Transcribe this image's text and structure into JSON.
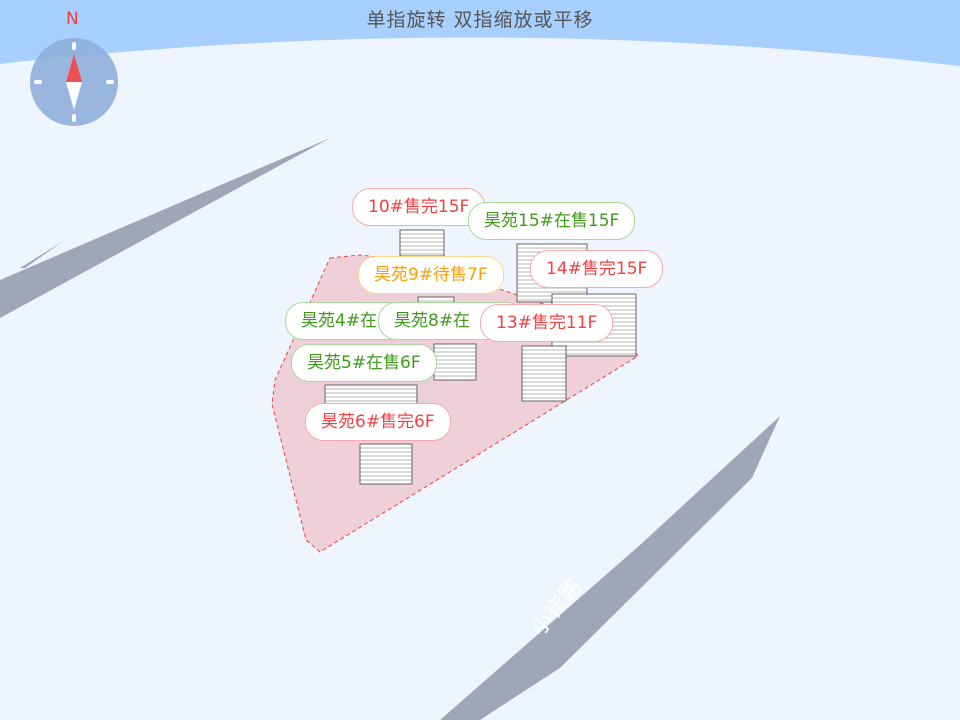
{
  "hint": "单指旋转 双指缩放或平移",
  "compass": {
    "north_label": "N"
  },
  "road_label": "小崔路",
  "colors": {
    "red": "#f24141",
    "green": "#3f9a1c",
    "orange": "#f5a10c",
    "road": "#a0a6b8",
    "zone": "#f0d0d8"
  },
  "buildings": [
    {
      "label": "10#售完15F",
      "status": "red"
    },
    {
      "label": "昊苑15#在售15F",
      "status": "green"
    },
    {
      "label": "14#售完15F",
      "status": "red"
    },
    {
      "label": "昊苑9#待售7F",
      "status": "orange"
    },
    {
      "label": "昊苑4#在",
      "status": "green"
    },
    {
      "label": "昊苑8#在",
      "status": "green"
    },
    {
      "label": "13#售完11F",
      "status": "red"
    },
    {
      "label": "昊苑5#在售6F",
      "status": "green"
    },
    {
      "label": "昊苑6#售完6F",
      "status": "red"
    }
  ]
}
